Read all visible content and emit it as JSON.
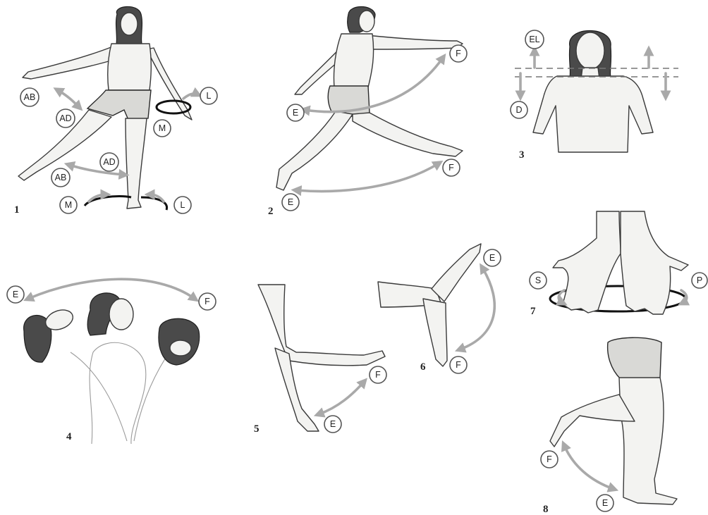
{
  "labels": {
    "ab": "AB",
    "ad": "AD",
    "m": "M",
    "l": "L",
    "e": "E",
    "f": "F",
    "el": "EL",
    "d": "D",
    "s": "S",
    "p": "P"
  },
  "figure_numbers": [
    "1",
    "2",
    "3",
    "4",
    "5",
    "6",
    "7",
    "8"
  ],
  "colors": {
    "arrow": "#a9a9a9",
    "outline": "#3a3a3a",
    "bubble_stroke": "#555555",
    "floor_ring": "#111111"
  }
}
